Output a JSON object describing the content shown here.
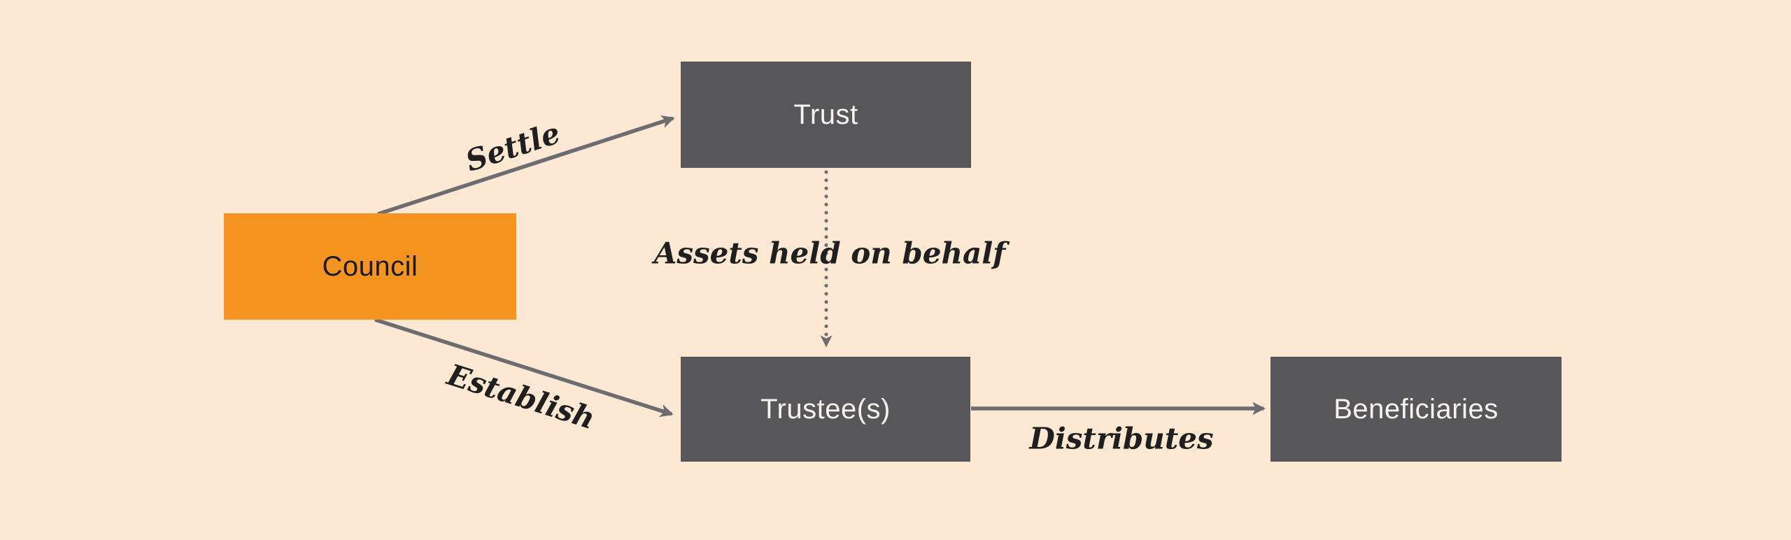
{
  "diagram": {
    "nodes": [
      {
        "id": "council",
        "label": "Council"
      },
      {
        "id": "trust",
        "label": "Trust"
      },
      {
        "id": "trustees",
        "label": "Trustee(s)"
      },
      {
        "id": "beneficiaries",
        "label": "Beneficiaries"
      }
    ],
    "edges": [
      {
        "from": "council",
        "to": "trust",
        "label": "Settle",
        "style": "solid",
        "arrow": "end"
      },
      {
        "from": "council",
        "to": "trustees",
        "label": "Establish",
        "style": "solid",
        "arrow": "end"
      },
      {
        "from": "trust",
        "to": "trustees",
        "label": "Assets held on behalf",
        "style": "dotted",
        "arrow": "end"
      },
      {
        "from": "trustees",
        "to": "beneficiaries",
        "label": "Distributes",
        "style": "solid",
        "arrow": "end"
      }
    ],
    "colors": {
      "background": "#fde8d4",
      "node_orange": "#f5941e",
      "node_gray": "#575659",
      "connector_gray": "#6d6c70",
      "edge_label_text": "#1f1f1f",
      "node_text_light": "#f7f4f0",
      "node_text_dark": "#1c1c1c"
    }
  }
}
